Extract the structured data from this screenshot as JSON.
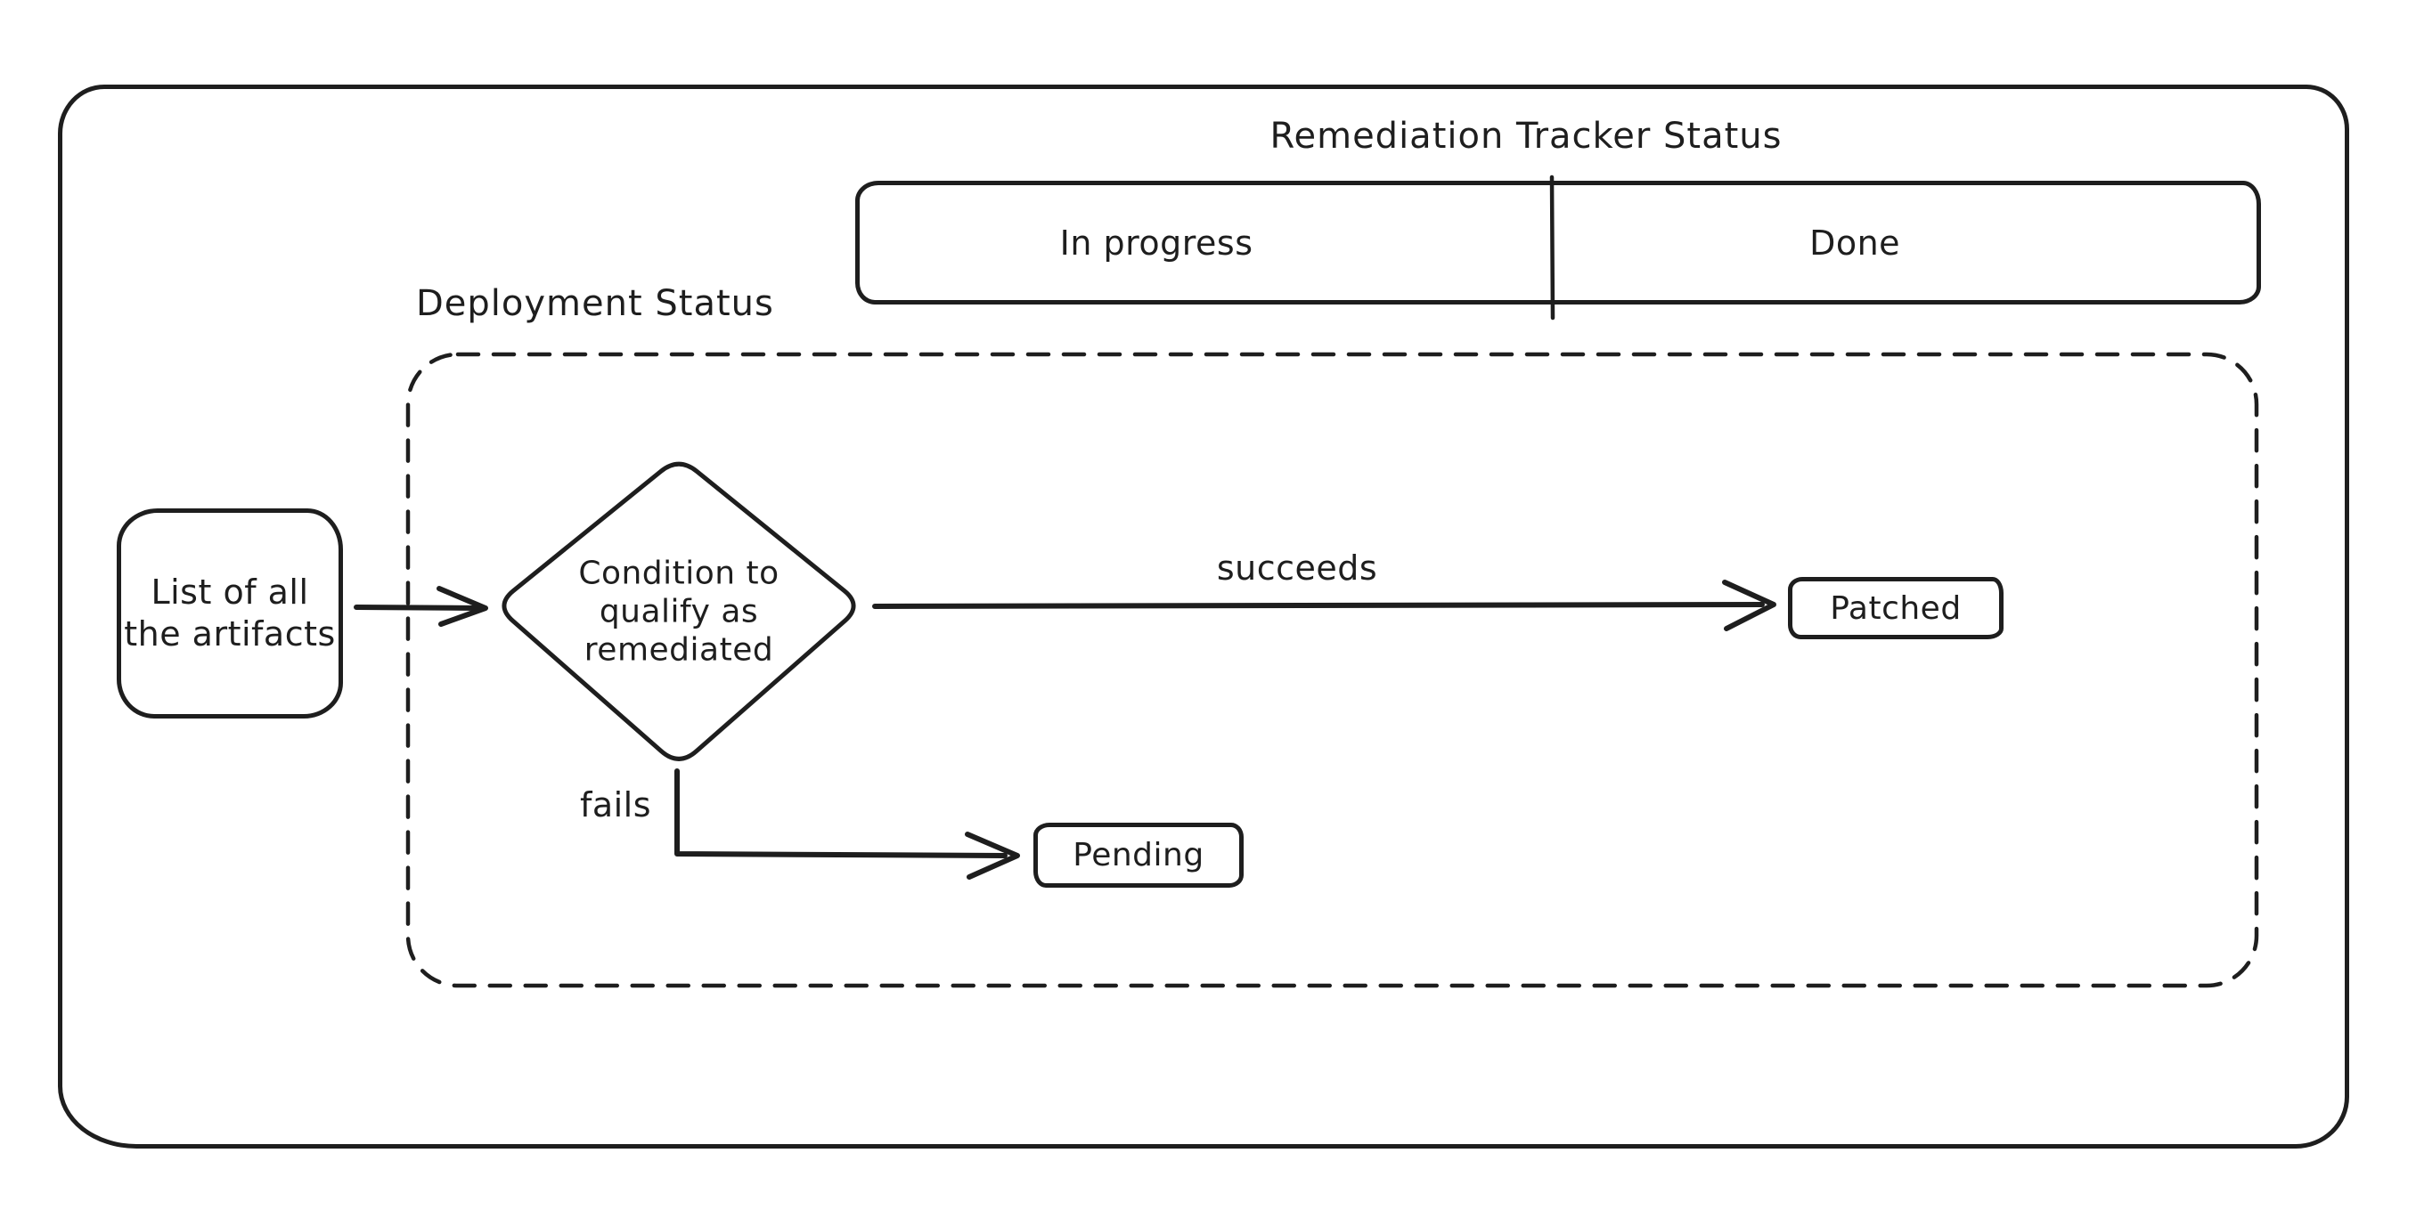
{
  "diagram": {
    "title": "Remediation Tracker Status",
    "tracker": {
      "columns": [
        {
          "label": "In progress"
        },
        {
          "label": "Done"
        }
      ]
    },
    "deployment_group": {
      "label": "Deployment Status"
    },
    "nodes": {
      "artifacts": {
        "label": "List of all\nthe artifacts",
        "shape": "rounded-rectangle"
      },
      "condition": {
        "label": "Condition to\nqualify as\nremediated",
        "shape": "diamond"
      },
      "patched": {
        "label": "Patched",
        "shape": "rounded-rectangle"
      },
      "pending": {
        "label": "Pending",
        "shape": "rounded-rectangle"
      }
    },
    "edges": {
      "artifacts_to_condition": {
        "from": "artifacts",
        "to": "condition",
        "label": ""
      },
      "succeeds": {
        "from": "condition",
        "to": "patched",
        "label": "succeeds"
      },
      "fails": {
        "from": "condition",
        "to": "pending",
        "label": "fails"
      }
    },
    "colors": {
      "stroke": "#1e1e1e",
      "background": "#ffffff"
    }
  }
}
